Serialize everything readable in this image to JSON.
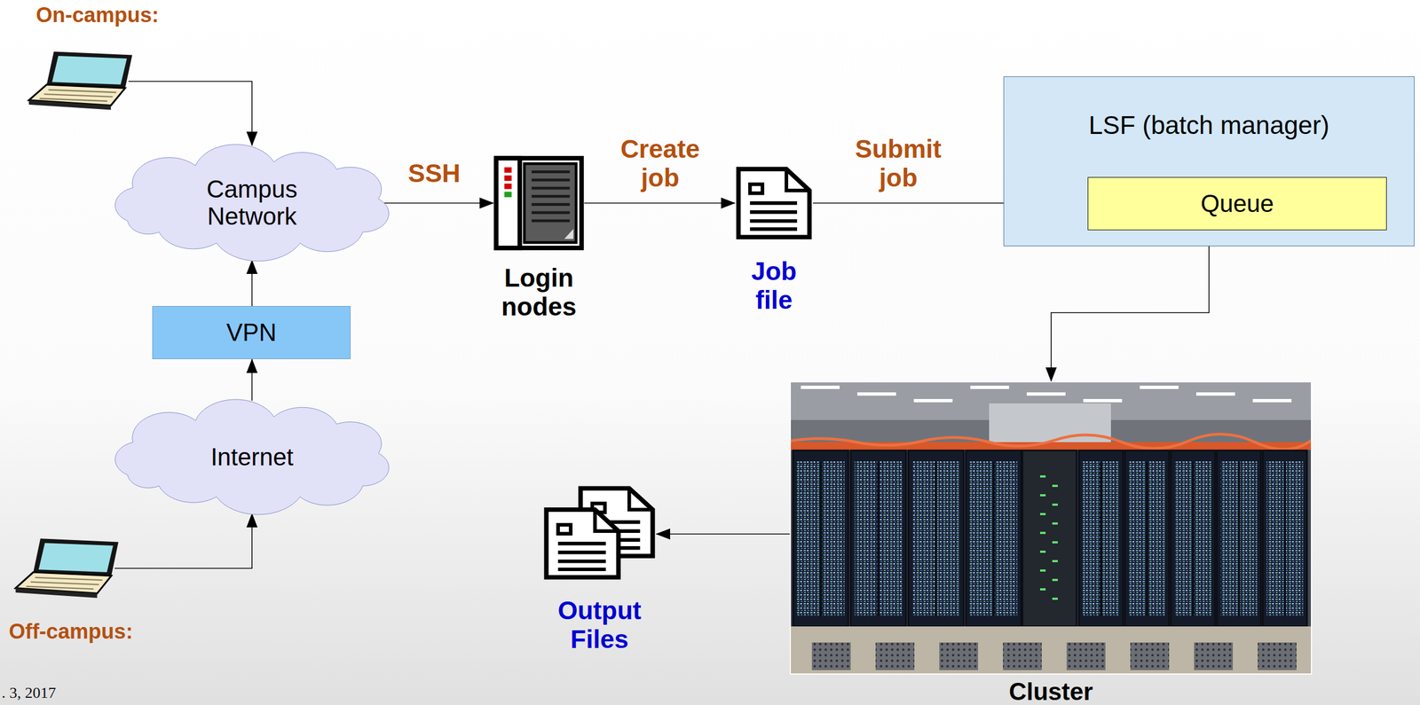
{
  "diagram": {
    "nodes": [
      {
        "text": [
          "On-campus:"
        ]
      },
      {
        "text": [
          "Campus Network"
        ]
      },
      {
        "text": [
          "VPN"
        ]
      },
      {
        "text": [
          "Internet"
        ]
      },
      {
        "text": [
          "Off-campus:"
        ]
      },
      {
        "text": [
          "Login nodes"
        ]
      },
      {
        "text": [
          "Job file"
        ]
      },
      {
        "text": [
          "LSF (batch manager)"
        ]
      },
      {
        "text": [
          "Queue"
        ],
        "in": 7
      },
      {
        "text": [
          "Cluster"
        ]
      },
      {
        "text": [
          "Output Files"
        ]
      }
    ],
    "edges": [
      {
        "from": 0,
        "to": 1,
        "arrow": "to"
      },
      {
        "from": 4,
        "to": 3,
        "arrow": "to"
      },
      {
        "from": 3,
        "to": 2,
        "arrow": "to"
      },
      {
        "from": 2,
        "to": 1,
        "arrow": "to"
      },
      {
        "from": 1,
        "to": 5,
        "label": "SSH",
        "arrow": "to"
      },
      {
        "from": 5,
        "to": 6,
        "label": "Create job",
        "arrow": "to"
      },
      {
        "from": 6,
        "to": 8,
        "label": "Submit job",
        "arrow": "to"
      },
      {
        "from": 7,
        "to": 9,
        "arrow": "to"
      },
      {
        "from": 9,
        "to": 10,
        "arrow": "to"
      }
    ],
    "labels": [
      ". 3, 2017"
    ]
  }
}
